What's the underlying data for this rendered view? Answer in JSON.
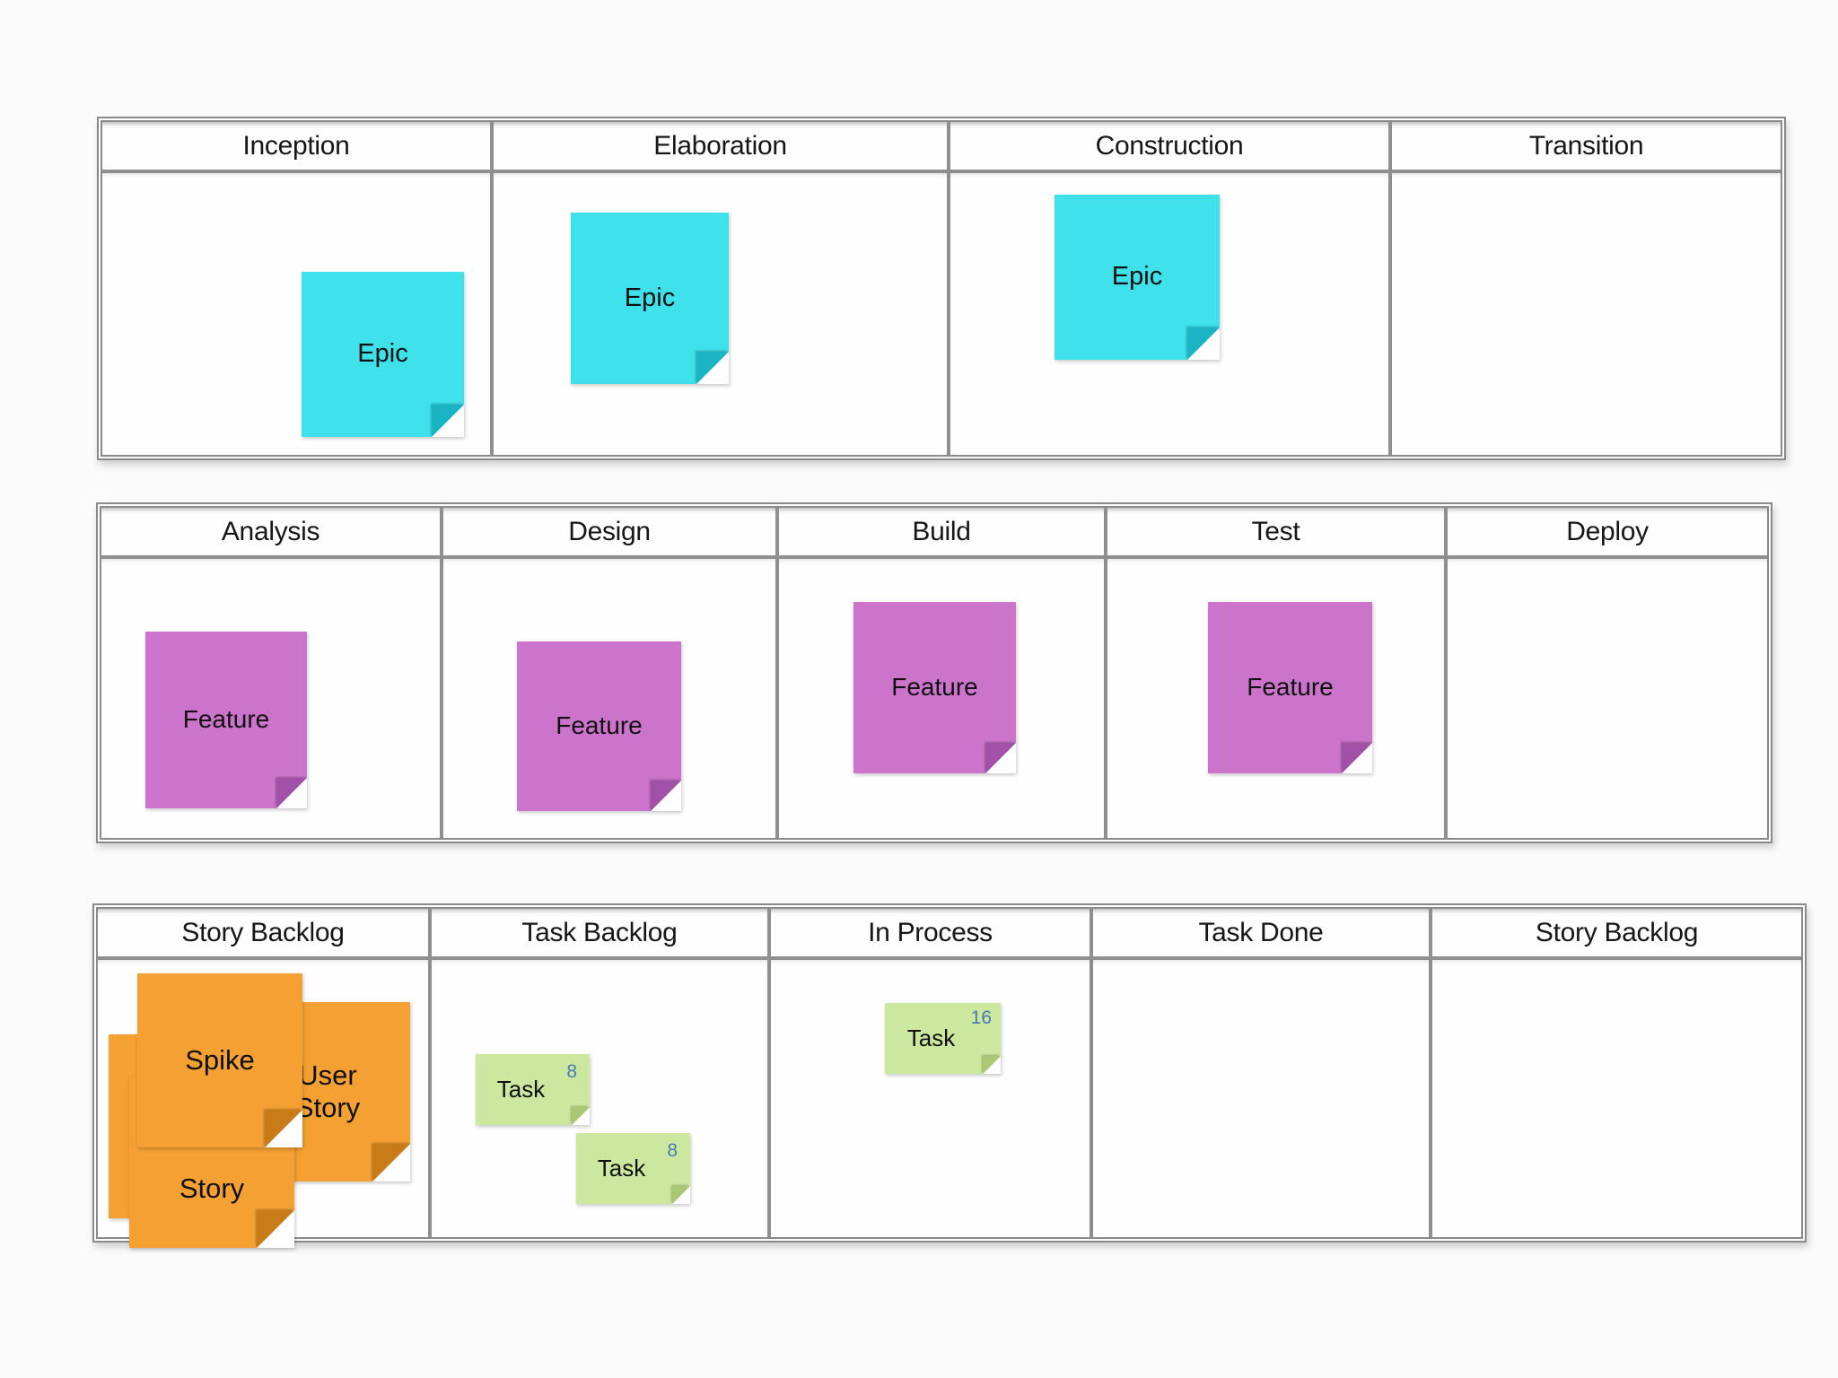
{
  "page": {
    "background": "#fbfbfb"
  },
  "palette": {
    "board_border": "#8a8a8a",
    "epic_note": "#3ee0ea",
    "feature_note": "#cc74cc",
    "story_note": "#f4a033",
    "task_note": "#cce79e",
    "task_points_color": "#4a7ab5",
    "header_text": "#161616"
  },
  "boards": [
    {
      "name": "phases-board",
      "columns": [
        {
          "label": "Inception"
        },
        {
          "label": "Elaboration"
        },
        {
          "label": "Construction"
        },
        {
          "label": "Transition"
        }
      ],
      "notes": [
        {
          "label": "Epic",
          "color": "cyan",
          "column": "Inception"
        },
        {
          "label": "Epic",
          "color": "cyan",
          "column": "Elaboration"
        },
        {
          "label": "Epic",
          "color": "cyan",
          "column": "Construction"
        }
      ]
    },
    {
      "name": "stages-board",
      "columns": [
        {
          "label": "Analysis"
        },
        {
          "label": "Design"
        },
        {
          "label": "Build"
        },
        {
          "label": "Test"
        },
        {
          "label": "Deploy"
        }
      ],
      "notes": [
        {
          "label": "Feature",
          "color": "purple",
          "column": "Analysis"
        },
        {
          "label": "Feature",
          "color": "purple",
          "column": "Design"
        },
        {
          "label": "Feature",
          "color": "purple",
          "column": "Build"
        },
        {
          "label": "Feature",
          "color": "purple",
          "column": "Test"
        }
      ]
    },
    {
      "name": "task-board",
      "columns": [
        {
          "label": "Story Backlog"
        },
        {
          "label": "Task Backlog"
        },
        {
          "label": "In Process"
        },
        {
          "label": "Task Done"
        },
        {
          "label": "Story Backlog"
        }
      ],
      "notes": [
        {
          "label": "Spike",
          "color": "orange",
          "column": "Story Backlog"
        },
        {
          "label": "User Story",
          "color": "orange",
          "column": "Story Backlog"
        },
        {
          "label": "Story",
          "color": "orange",
          "column": "Story Backlog"
        },
        {
          "label": "",
          "color": "orange",
          "column": "Story Backlog"
        },
        {
          "label": "Task",
          "points": "8",
          "color": "green",
          "column": "Task Backlog"
        },
        {
          "label": "Task",
          "points": "8",
          "color": "green",
          "column": "Task Backlog"
        },
        {
          "label": "Task",
          "points": "16",
          "color": "green",
          "column": "In Process"
        }
      ]
    }
  ]
}
